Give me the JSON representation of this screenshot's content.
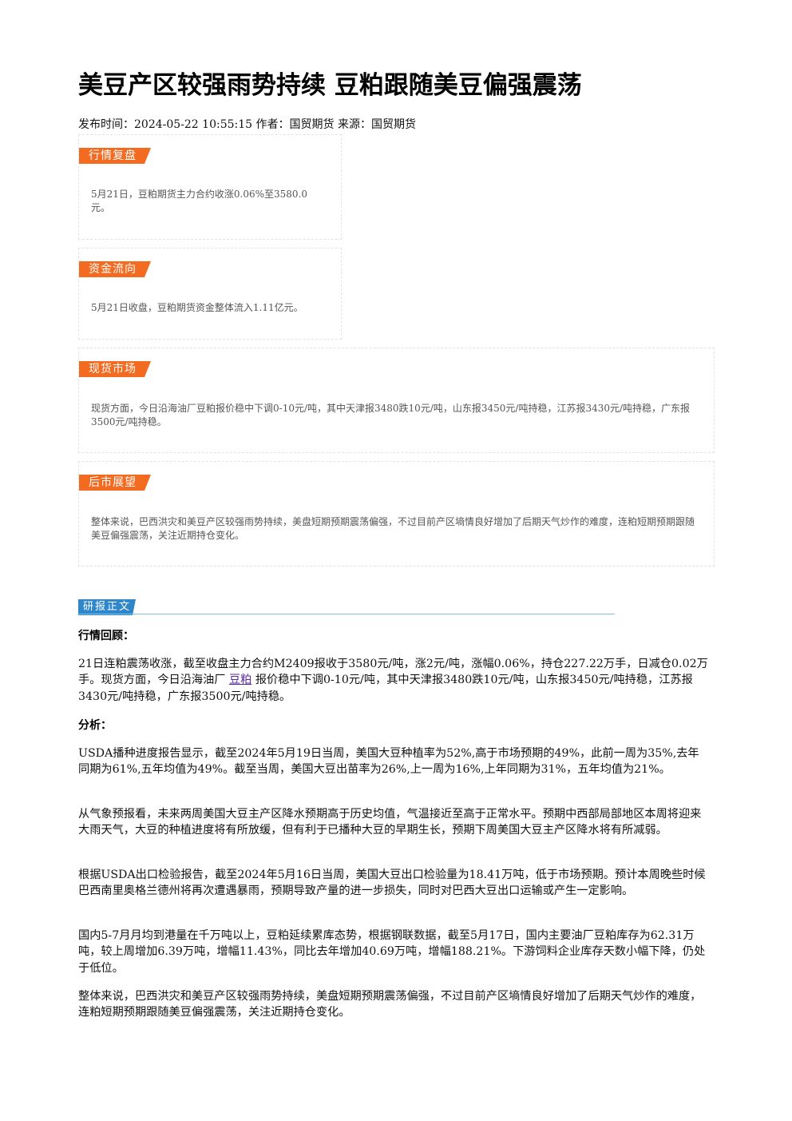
{
  "title": "美豆产区较强雨势持续 豆粕跟随美豆偏强震荡",
  "meta": {
    "publish_label": "发布时间：",
    "publish_time": "2024-05-22 10:55:15",
    "author_label": "作者：",
    "author": "国贸期货",
    "source_label": "来源：",
    "source": "国贸期货"
  },
  "boxes": [
    {
      "label": "行情复盘",
      "text": "5月21日，豆粕期货主力合约收涨0.06%至3580.0元。"
    },
    {
      "label": "资金流向",
      "text": "5月21日收盘，豆粕期货资金整体流入1.11亿元。"
    },
    {
      "label": "现货市场",
      "text": "现货方面，今日沿海油厂豆粕报价稳中下调0-10元/吨，其中天津报3480跌10元/吨，山东报3450元/吨持稳，江苏报3430元/吨持稳，广东报3500元/吨持稳。"
    },
    {
      "label": "后市展望",
      "text": "整体来说，巴西洪灾和美豆产区较强雨势持续，美盘短期预期震荡偏强，不过目前产区墒情良好增加了后期天气炒作的难度，连粕短期预期跟随美豆偏强震荡，关注近期持仓变化。"
    }
  ],
  "report": {
    "label": "研报正文",
    "review_heading": "行情回顾：",
    "review_before_link": "21日连粕震荡收涨，截至收盘主力合约M2409报收于3580元/吨，涨2元/吨，涨幅0.06%，持仓227.22万手，日减仓0.02万手。现货方面，今日沿海油厂 ",
    "review_link": "豆粕",
    "review_after_link": " 报价稳中下调0-10元/吨，其中天津报3480跌10元/吨，山东报3450元/吨持稳，江苏报3430元/吨持稳，广东报3500元/吨持稳。",
    "analysis_heading": "分析：",
    "paragraphs": [
      "USDA播种进度报告显示，截至2024年5月19日当周，美国大豆种植率为52%,高于市场预期的49%，此前一周为35%,去年同期为61%,五年均值为49%。截至当周，美国大豆出苗率为26%,上一周为16%,上年同期为31%，五年均值为21%。",
      "从气象预报看，未来两周美国大豆主产区降水预期高于历史均值，气温接近至高于正常水平。预期中西部局部地区本周将迎来大雨天气，大豆的种植进度将有所放缓，但有利于已播种大豆的早期生长，预期下周美国大豆主产区降水将有所减弱。",
      "根据USDA出口检验报告，截至2024年5月16日当周，美国大豆出口检验量为18.41万吨，低于市场预期。预计本周晚些时候巴西南里奥格兰德州将再次遭遇暴雨，预期导致产量的进一步损失，同时对巴西大豆出口运输或产生一定影响。",
      "国内5-7月月均到港量在千万吨以上，豆粕延续累库态势，根据钢联数据，截至5月17日，国内主要油厂豆粕库存为62.31万吨，较上周增加6.39万吨，增幅11.43%，同比去年增加40.69万吨，增幅188.21%。下游饲料企业库存天数小幅下降，仍处于低位。",
      "整体来说，巴西洪灾和美豆产区较强雨势持续，美盘短期预期震荡偏强，不过目前产区墒情良好增加了后期天气炒作的难度，连粕短期预期跟随美豆偏强震荡，关注近期持仓变化。"
    ]
  },
  "colors": {
    "box_label": "#f36b21",
    "report_label": "#2f86c9",
    "link": "#5a2aa0"
  }
}
